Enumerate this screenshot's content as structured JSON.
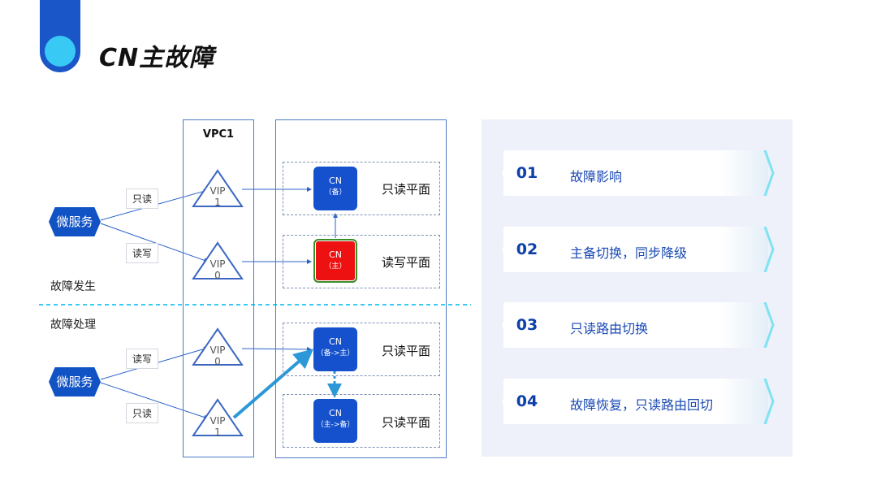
{
  "title": "CN主故障",
  "diagram": {
    "vpc_label": "VPC1",
    "microservice_label": "微服务",
    "phases": {
      "fault": "故障发生",
      "handling": "故障处理"
    },
    "top": {
      "vip_upper": {
        "name": "VIP",
        "num": "1"
      },
      "vip_lower": {
        "name": "VIP",
        "num": "0"
      },
      "edge_readonly": "只读",
      "edge_readwrite": "读写",
      "plane_upper": {
        "cn": "CN",
        "cn_sub": "（备）",
        "label": "只读平面"
      },
      "plane_lower": {
        "cn": "CN",
        "cn_sub": "（主）",
        "label": "读写平面"
      }
    },
    "bottom": {
      "vip_upper": {
        "name": "VIP",
        "num": "0"
      },
      "vip_lower": {
        "name": "VIP",
        "num": "1"
      },
      "edge_readwrite": "读写",
      "edge_readonly": "只读",
      "plane_upper": {
        "cn": "CN",
        "cn_sub": "（备->主）",
        "label": "只读平面"
      },
      "plane_lower": {
        "cn": "CN",
        "cn_sub": "（主->备）",
        "label": "只读平面"
      }
    }
  },
  "steps": [
    {
      "num": "01",
      "text": "故障影响"
    },
    {
      "num": "02",
      "text": "主备切换，同步降级"
    },
    {
      "num": "03",
      "text": "只读路由切换"
    },
    {
      "num": "04",
      "text": "故障恢复，只读路由回切"
    }
  ],
  "colors": {
    "primary": "#1551cc",
    "accent": "#38c9f5",
    "fail": "#ee1111"
  }
}
